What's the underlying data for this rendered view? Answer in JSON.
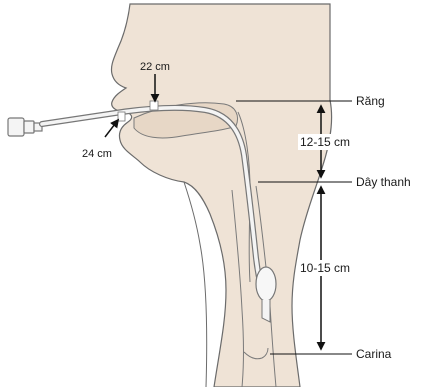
{
  "labels": {
    "teeth": "Răng",
    "vocal_cords": "Dây thanh",
    "carina": "Carina",
    "teeth_to_cords": "12-15 cm",
    "cords_to_carina": "10-15 cm",
    "mark_22": "22 cm",
    "mark_24": "24 cm"
  },
  "colors": {
    "outline": "#6b6b6b",
    "skin": "#efe3d6",
    "tube_fill": "#f4f4f4",
    "tube_stroke": "#777777",
    "line": "#111111"
  }
}
